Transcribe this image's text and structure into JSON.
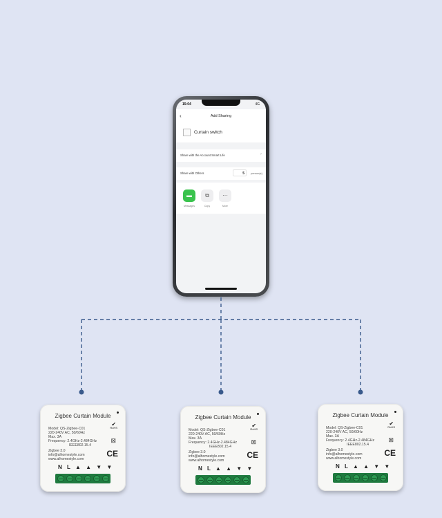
{
  "phone": {
    "status_time": "15:04",
    "status_right": "4G",
    "header_title": "Add Sharing",
    "back_glyph": "‹",
    "device_name": "Curtain switch",
    "share_account_label": "Share with the Account Smart Life",
    "share_others_label": "Share with Others",
    "share_count": "5",
    "share_unit": "person(s)",
    "share_options": [
      {
        "label": "Messages",
        "icon": "messages-icon"
      },
      {
        "label": "Copy",
        "icon": "copy-icon"
      },
      {
        "label": "More",
        "icon": "more-icon"
      }
    ]
  },
  "module": {
    "title": "Zigbee Curtain Module",
    "model": "Model: QS-Zigbee-C01",
    "voltage": "220-240V AC, 50/60Hz",
    "max": "Max. 3A",
    "frequency": "Frequency: 2.4GHz-2.484GHz",
    "ieee": "IEEE802.15.4",
    "zigbee": "Zigbee 3.0",
    "email": "info@alhomestyle.com",
    "website": "www.alhomestyle.com",
    "rohs": "RoHS",
    "ce": "CE",
    "terminals": "N L ▲ ▲ ▼ ▼"
  },
  "colors": {
    "background": "#dfe4f3",
    "connector": "#3a5a8c",
    "terminal_block": "#1f7a3f"
  }
}
